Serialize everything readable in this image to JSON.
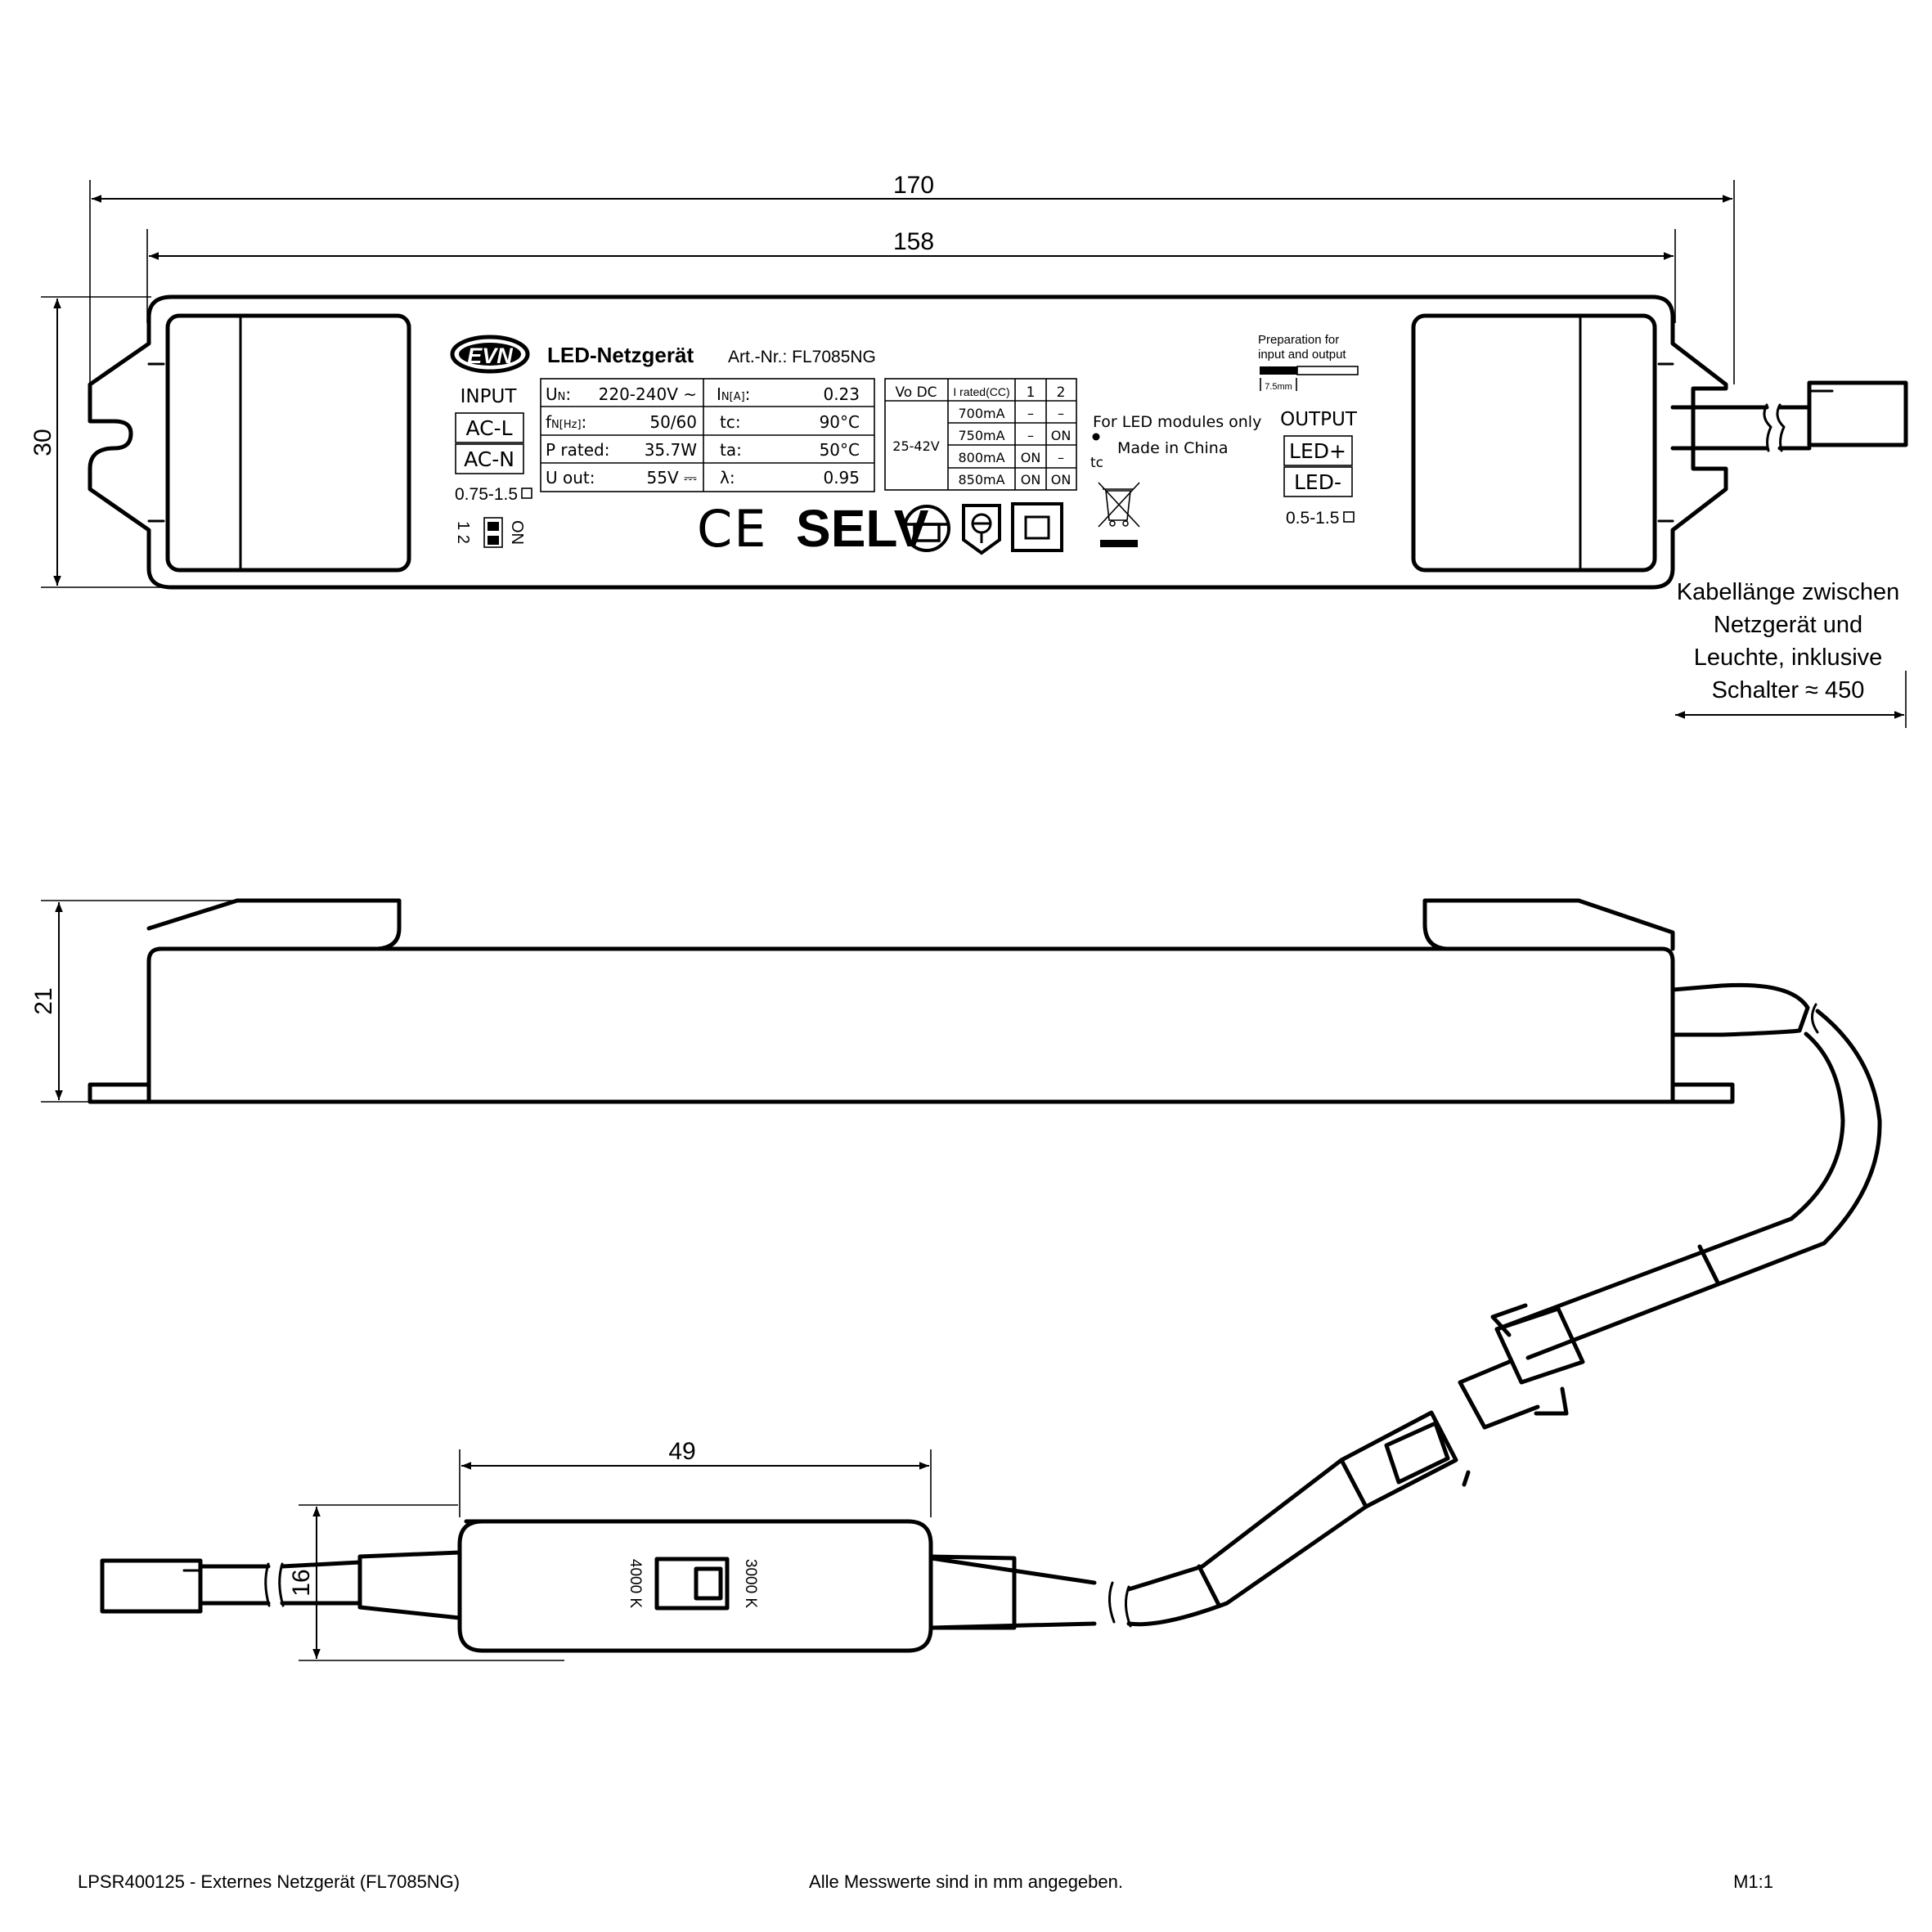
{
  "dimensions": {
    "overall_length": "170",
    "body_length": "158",
    "width": "30",
    "height": "21",
    "switch_length": "49",
    "switch_height": "16"
  },
  "cable_note": {
    "lines": [
      "Kabellänge zwischen",
      "Netzgerät und",
      "Leuchte, inklusive",
      "Schalter  ≈ 450"
    ]
  },
  "label": {
    "brand": "EVN",
    "title": "LED-Netzgerät",
    "article": "Art.-Nr.: FL7085NG",
    "input_heading": "INPUT",
    "input_terminals": [
      "AC-L",
      "AC-N"
    ],
    "input_wire": "0.75-1.5",
    "dip_numbers": "1 2",
    "dip_on": "ON",
    "specs": [
      {
        "name": "U",
        "sub": "N",
        "suffix": ":",
        "value": "220-240V ~"
      },
      {
        "name": "f",
        "sub": "N[Hz]",
        "suffix": ":",
        "value": "50/60"
      },
      {
        "name": "P rated:",
        "sub": "",
        "suffix": "",
        "value": "35.7W"
      },
      {
        "name": "U out:",
        "sub": "",
        "suffix": "",
        "value": "55V ⎓"
      }
    ],
    "specs2": [
      {
        "name": "I",
        "sub": "N[A]",
        "suffix": ":",
        "value": "0.23"
      },
      {
        "name": "tc:",
        "sub": "",
        "suffix": "",
        "value": "90°C"
      },
      {
        "name": "ta:",
        "sub": "",
        "suffix": "",
        "value": "50°C"
      },
      {
        "name": "λ:",
        "sub": "",
        "suffix": "",
        "value": "0.95"
      }
    ],
    "current_table": {
      "headers": [
        "Vo DC",
        "I rated(CC)",
        "1",
        "2"
      ],
      "voltage": "25-42V",
      "rows": [
        [
          "700mA",
          "–",
          "–"
        ],
        [
          "750mA",
          "–",
          "ON"
        ],
        [
          "800mA",
          "ON",
          "–"
        ],
        [
          "850mA",
          "ON",
          "ON"
        ]
      ]
    },
    "led_only": "For LED modules only",
    "made_in": "Made in China",
    "tc_mark": "tc",
    "prep_line1": "Preparation for",
    "prep_line2": "input and output",
    "prep_mm": "7.5mm",
    "output_heading": "OUTPUT",
    "output_terminals": [
      "LED+",
      "LED-"
    ],
    "output_wire": "0.5-1.5",
    "ce_mark": "CE",
    "selv_mark": "SELV"
  },
  "switch": {
    "left_label": "4000 K",
    "right_label": "3000 K"
  },
  "footer": {
    "left": "LPSR400125 - Externes Netzgerät (FL7085NG)",
    "center": "Alle Messwerte sind in mm angegeben.",
    "right": "M1:1"
  }
}
